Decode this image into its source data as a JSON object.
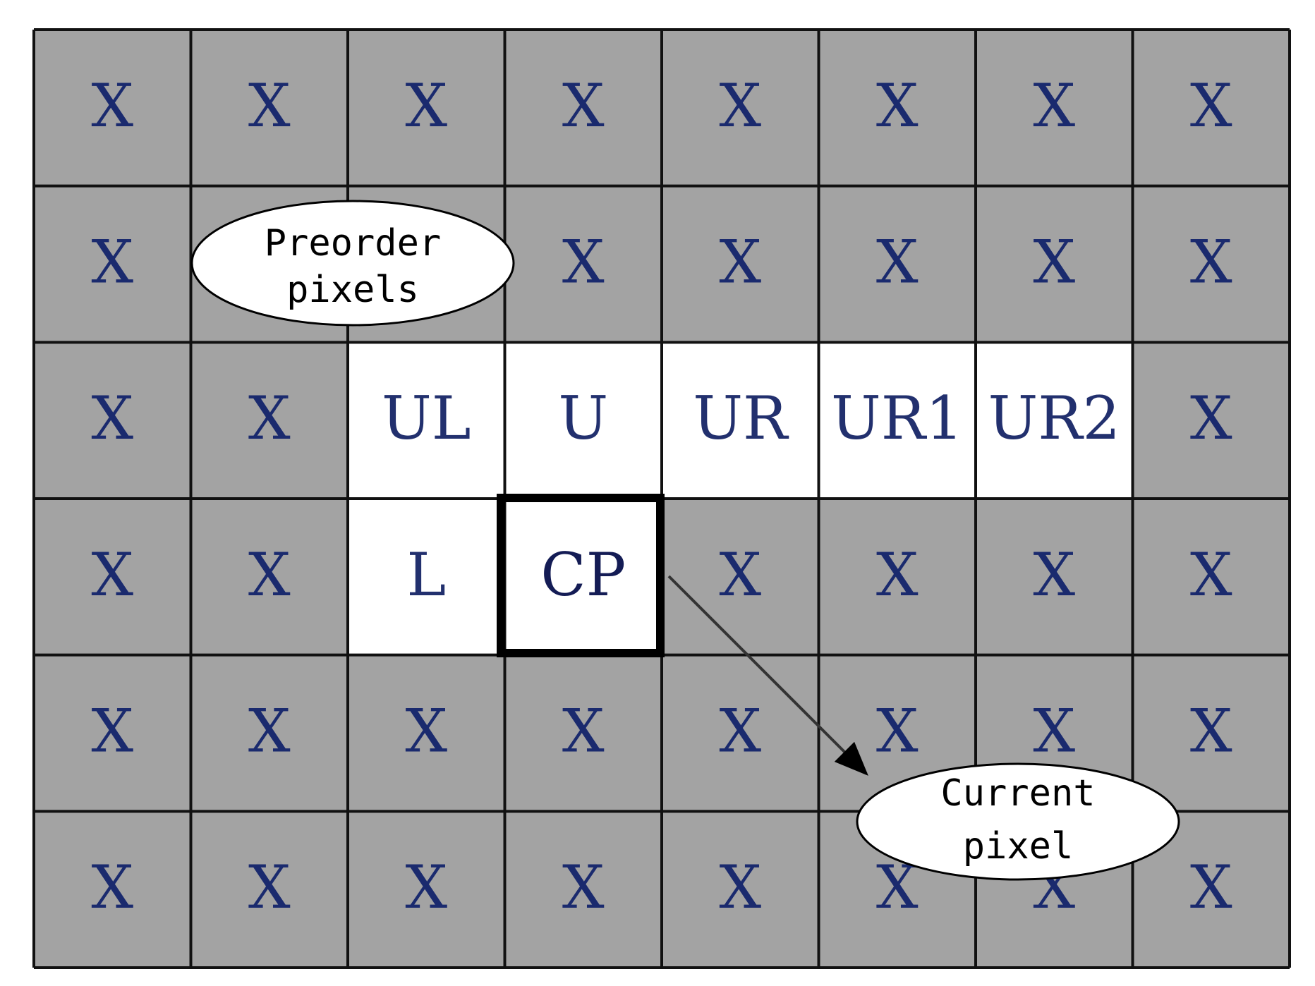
{
  "grid": {
    "rows": [
      [
        "X",
        "X",
        "X",
        "X",
        "X",
        "X",
        "X",
        "X"
      ],
      [
        "X",
        "",
        "",
        "X",
        "X",
        "X",
        "X",
        "X"
      ],
      [
        "X",
        "X",
        "UL",
        "U",
        "UR",
        "UR1",
        "UR2",
        "X"
      ],
      [
        "X",
        "X",
        "L",
        "CP",
        "X",
        "X",
        "X",
        "X"
      ],
      [
        "X",
        "X",
        "X",
        "X",
        "X",
        "X",
        "X",
        "X"
      ],
      [
        "X",
        "X",
        "X",
        "X",
        "X",
        "X",
        "X",
        "X"
      ]
    ],
    "neighbor_cells": [
      [
        2,
        2
      ],
      [
        2,
        3
      ],
      [
        2,
        4
      ],
      [
        2,
        5
      ],
      [
        2,
        6
      ],
      [
        3,
        2
      ]
    ],
    "current_cell": [
      3,
      3
    ]
  },
  "callouts": {
    "preorder": {
      "line1": "Preorder",
      "line2": "pixels"
    },
    "current": {
      "line1": "Current",
      "line2": "pixel"
    }
  },
  "colors": {
    "preorder_fill": "#a3a3a3",
    "neighbor_fill": "#ffffff",
    "grid_line": "#111111",
    "callout_fill": "#ffffff"
  }
}
